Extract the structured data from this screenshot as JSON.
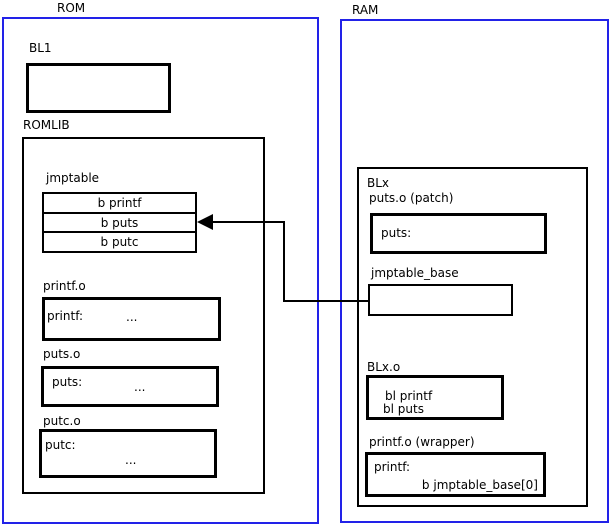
{
  "colors": {
    "frame_blue": "#2222e8",
    "line_black": "#000000",
    "background": "#ffffff"
  },
  "rom": {
    "title": "ROM",
    "bl1": {
      "label": "BL1"
    },
    "romlib": {
      "label": "ROMLIB",
      "jmptable": {
        "label": "jmptable",
        "rows": [
          "b printf",
          "b puts",
          "b putc"
        ]
      },
      "objects": [
        {
          "label": "printf.o",
          "symbol": "printf:",
          "body": "..."
        },
        {
          "label": "puts.o",
          "symbol": "puts:",
          "body": "..."
        },
        {
          "label": "putc.o",
          "symbol": "putc:",
          "body": "..."
        }
      ]
    }
  },
  "ram": {
    "title": "RAM",
    "blx": {
      "label": "BLx",
      "puts_patch": {
        "label": "puts.o (patch)",
        "symbol": "puts:"
      },
      "jmptable_base": {
        "label": "jmptable_base"
      },
      "blx_o": {
        "label": "BLx.o",
        "lines": [
          "bl printf",
          "bl puts"
        ]
      },
      "printf_wrapper": {
        "label": "printf.o (wrapper)",
        "symbol": "printf:",
        "body": "b jmptable_base[0]"
      }
    }
  }
}
